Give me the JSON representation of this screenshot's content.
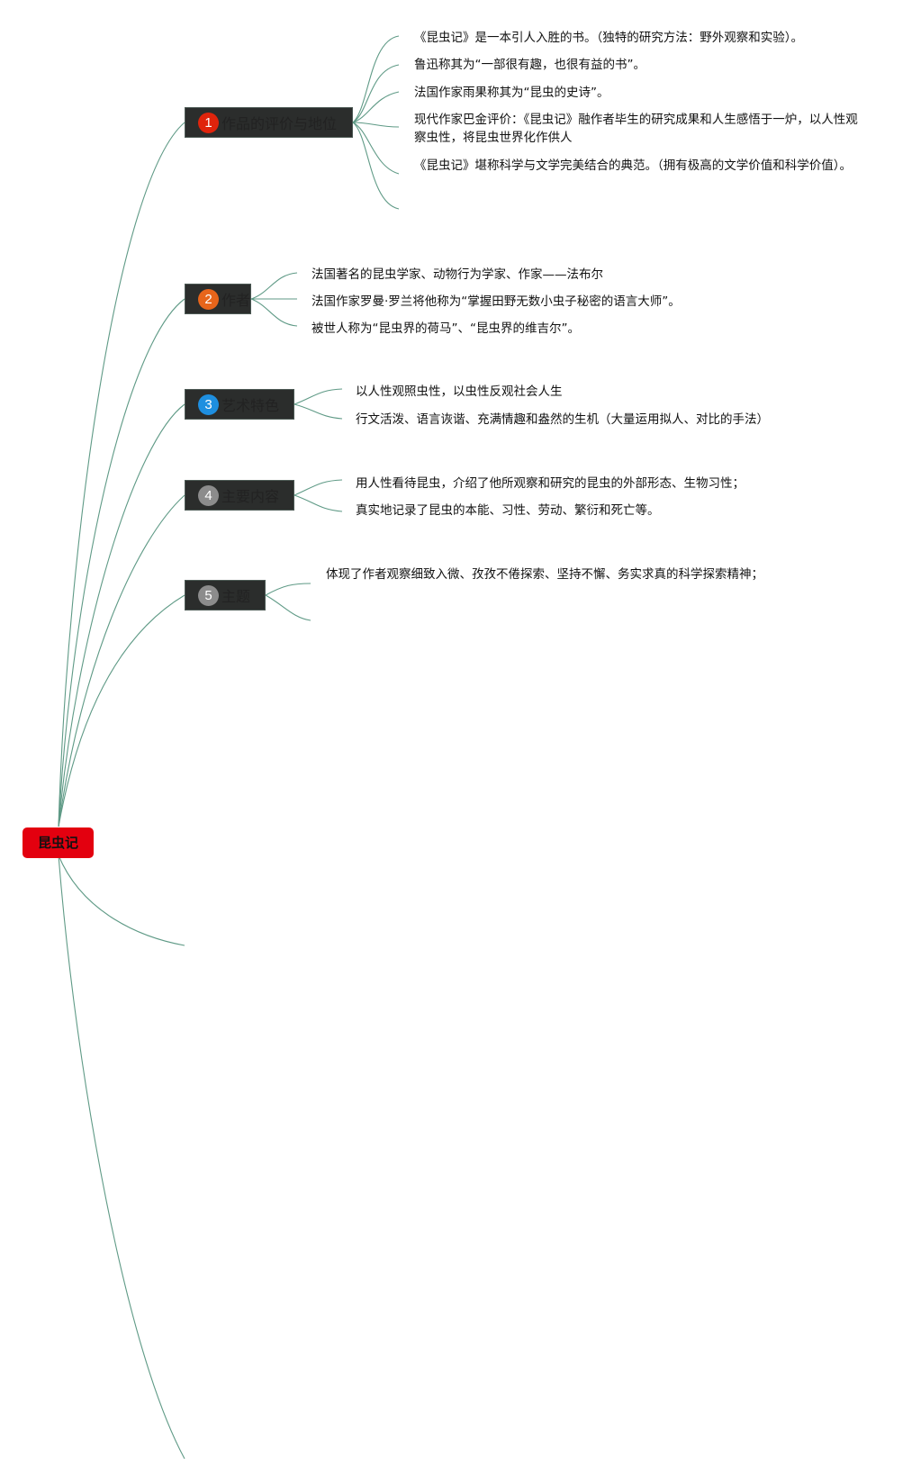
{
  "root": {
    "label": "昆虫记",
    "color": "#e3000f"
  },
  "branches": [
    {
      "number": "1",
      "badge_color": "#e0240c",
      "label": "作品的评价与地位",
      "leaves": [
        "《昆虫记》是一本引人入胜的书。（独特的研究方法：野外观察和实验）。",
        "鲁迅称其为“一部很有趣，也很有益的书”。",
        "法国作家雨果称其为“昆虫的史诗”。",
        "现代作家巴金评价：《昆虫记》融作者毕生的研究成果和人生感悟于一炉，以人性观察虫性，将昆虫世界化作供人",
        "《昆虫记》堪称科学与文学完美结合的典范。（拥有极高的文学价值和科学价值）。"
      ]
    },
    {
      "number": "2",
      "badge_color": "#e7651b",
      "label": "作者",
      "leaves": [
        "法国著名的昆虫学家、动物行为学家、作家——法布尔",
        "法国作家罗曼·罗兰将他称为“掌握田野无数小虫子秘密的语言大师”。",
        "被世人称为“昆虫界的荷马”、“昆虫界的维吉尔”。"
      ]
    },
    {
      "number": "3",
      "badge_color": "#1e8fe0",
      "label": "艺术特色",
      "leaves": [
        "以人性观照虫性，以虫性反观社会人生",
        "行文活泼、语言诙谐、充满情趣和盎然的生机（大量运用拟人、对比的手法）"
      ]
    },
    {
      "number": "4",
      "badge_color": "#8c8c8c",
      "label": "主要内容",
      "leaves": [
        "用人性看待昆虫，介绍了他所观察和研究的昆虫的外部形态、生物习性；",
        "真实地记录了昆虫的本能、习性、劳动、繁衍和死亡等。"
      ]
    },
    {
      "number": "5",
      "badge_color": "#8c8c8c",
      "label": "主题",
      "leaves": [
        "体现了作者观察细致入微、孜孜不倦探索、坚持不懈、务实求真的科学探索精神；"
      ]
    }
  ],
  "colors": {
    "connector": "#5f9a86",
    "topic_fill": "#2b2d2c"
  }
}
